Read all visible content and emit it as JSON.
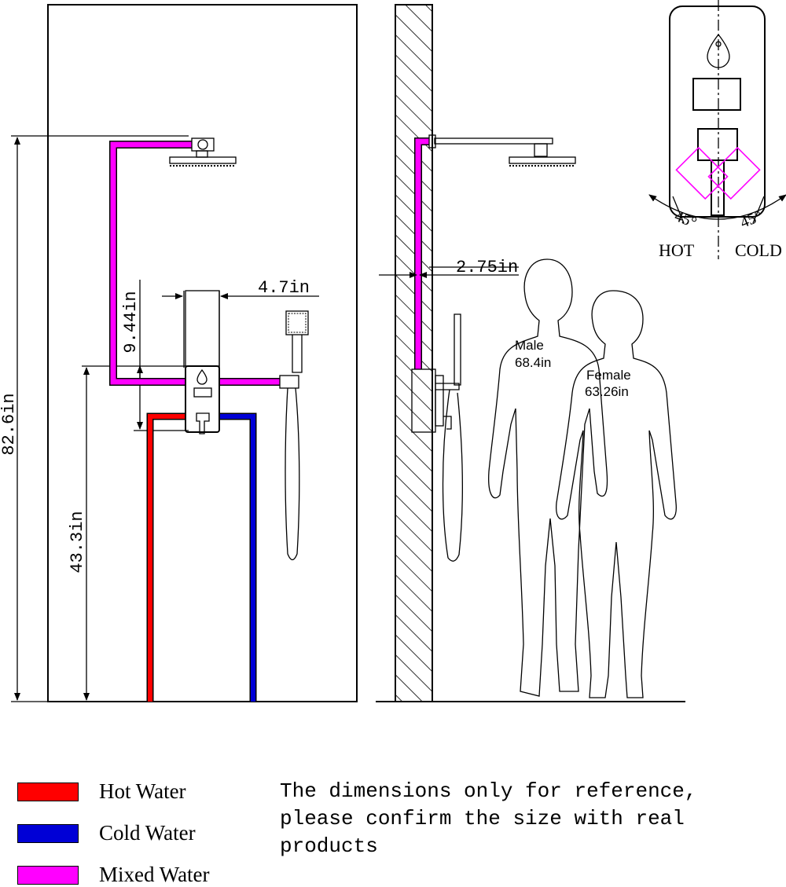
{
  "dimensions": {
    "total_height": "82.6in",
    "valve_height": "43.3in",
    "riser_length": "9.44in",
    "handshower_offset": "4.7in",
    "wall_depth": "2.75in"
  },
  "people": {
    "male_label": "Male",
    "male_height": "68.4in",
    "female_label": "Female",
    "female_height": "63.26in"
  },
  "valve_detail": {
    "hot_label": "HOT",
    "cold_label": "COLD",
    "hot_angle": "45°",
    "cold_angle": "45°"
  },
  "legend": {
    "hot": "Hot Water",
    "cold": "Cold Water",
    "mixed": "Mixed Water"
  },
  "colors": {
    "hot": "#ff0000",
    "cold": "#0000d6",
    "mixed": "#ff00ff"
  },
  "note": {
    "line1": "The dimensions only for reference,",
    "line2": "please confirm the size with real",
    "line3": "products"
  }
}
